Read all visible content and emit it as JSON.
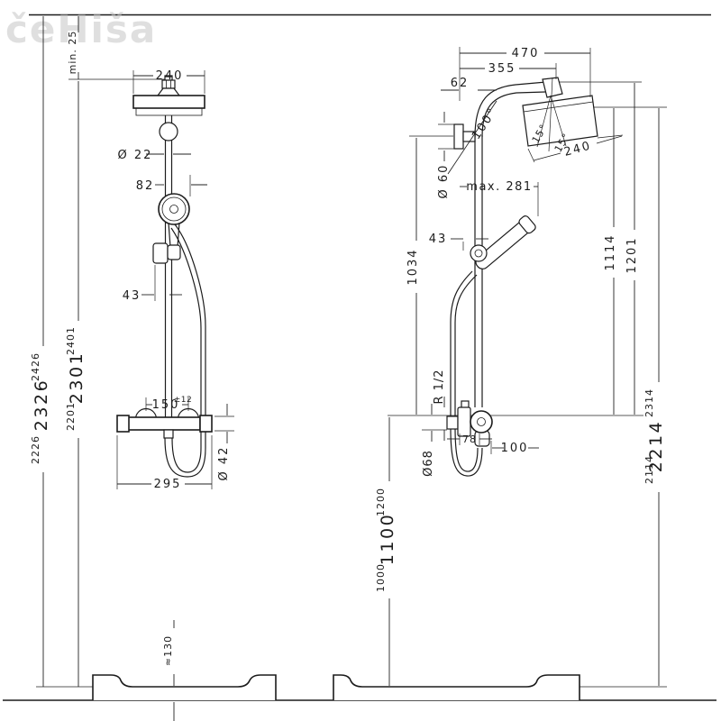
{
  "watermark": "čeHiša",
  "front": {
    "ceiling_clearance": "min. 25",
    "head_width": "240",
    "pipe_diameter": "Ø 22",
    "head_offset": "82",
    "holder_offset": "43",
    "connection_spacing": "150",
    "connection_tolerance": "±12",
    "valve_width": "295",
    "valve_diameter": "Ø 42",
    "total_height_min": "2226",
    "total_height": "2326",
    "total_height_max": "2426",
    "pipe_top_height_min": "2201",
    "pipe_top_height": "2301",
    "pipe_top_height_max": "2401",
    "tub_height": "≈130"
  },
  "side": {
    "reach_total": "470",
    "reach_arm": "355",
    "wall_offset": "62",
    "arm_angle": "100°",
    "tilt_left": "15°",
    "tilt_right": "15°",
    "head_size": "240",
    "bracket_diameter": "Ø 60",
    "handshower_reach": "max. 281",
    "slider_offset": "43",
    "bracket_to_valve": "1034",
    "thread": "R 1/2",
    "escutcheon_diameter": "Ø68",
    "valve_depth": "78",
    "hose_projection": "100",
    "valve_height_min": "1000",
    "valve_height": "1100",
    "valve_height_max": "1200",
    "face_to_floor_ref": "1114",
    "pipe_top_to_valve": "1201",
    "head_height_min": "2114",
    "head_height": "2214",
    "head_height_max": "2314"
  }
}
